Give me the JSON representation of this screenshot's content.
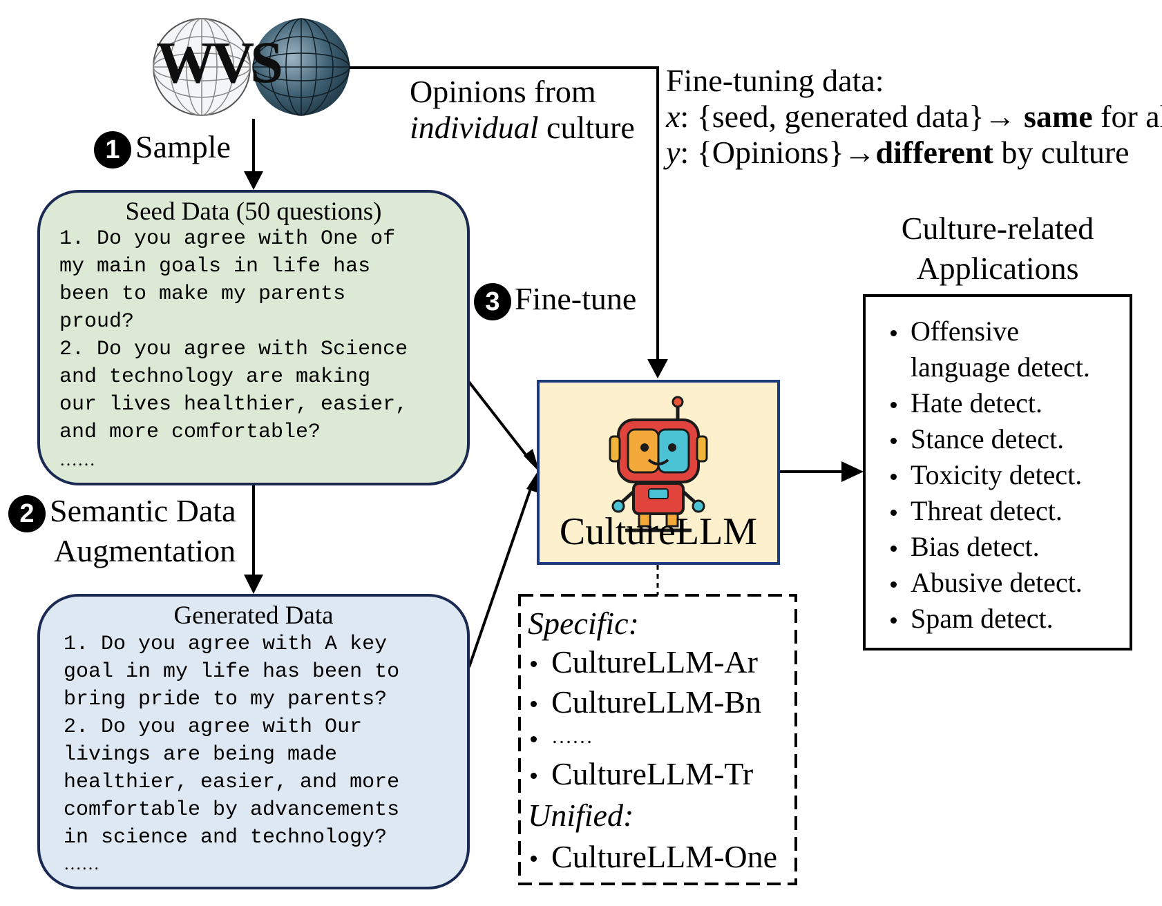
{
  "logo": {
    "text": "WVS"
  },
  "steps": {
    "sample": {
      "number": "1",
      "label": "Sample"
    },
    "augmentation": {
      "number": "2",
      "label_line1": "Semantic Data",
      "label_line2": "Augmentation"
    },
    "finetune": {
      "number": "3",
      "label": "Fine-tune"
    }
  },
  "opinions": {
    "line1": "Opinions from",
    "line2_italic": "individual",
    "line2_rest": " culture"
  },
  "finetuning_data": {
    "title": "Fine-tuning data:",
    "x_var": "x",
    "x_text": ": {seed, generated data}",
    "x_bold": "same",
    "x_rest": " for all",
    "y_var": "y",
    "y_text": ": {Opinions}",
    "y_bold": "different",
    "y_rest": " by culture",
    "arrow": "→"
  },
  "seed_box": {
    "title": "Seed Data (50 questions)",
    "lines": [
      "1. Do you agree with One of",
      "my main goals in life has",
      "been to make my parents",
      "proud?",
      "2. Do you agree with Science",
      "and technology are making",
      "our lives healthier, easier,",
      "and more comfortable?"
    ],
    "ellipsis": "……",
    "fill": "#dce9d4",
    "border": "#1a2a52"
  },
  "generated_box": {
    "title": "Generated Data",
    "lines": [
      "1. Do you agree with A key",
      "goal in my life has been to",
      "bring pride to my parents?",
      "2. Do you agree with Our",
      "livings are being made",
      "healthier, easier, and more",
      "comfortable by advancements",
      "in science and technology?"
    ],
    "ellipsis": "……",
    "fill": "#dde8f3",
    "border": "#1a2a52"
  },
  "model": {
    "name": "CultureLLM",
    "fill": "#fdf0cc",
    "border": "#1b3a80",
    "icon": "robot-icon"
  },
  "variants": {
    "specific_label": "Specific:",
    "specific_items": [
      "CultureLLM-Ar",
      "CultureLLM-Bn",
      "……",
      "CultureLLM-Tr"
    ],
    "unified_label": "Unified:",
    "unified_items": [
      "CultureLLM-One"
    ]
  },
  "applications": {
    "title_line1": "Culture-related",
    "title_line2": "Applications",
    "items": [
      [
        "Offensive",
        "language detect."
      ],
      [
        "Hate detect."
      ],
      [
        "Stance detect."
      ],
      [
        "Toxicity detect."
      ],
      [
        "Threat detect."
      ],
      [
        "Bias detect."
      ],
      [
        "Abusive detect."
      ],
      [
        "Spam detect."
      ]
    ]
  }
}
